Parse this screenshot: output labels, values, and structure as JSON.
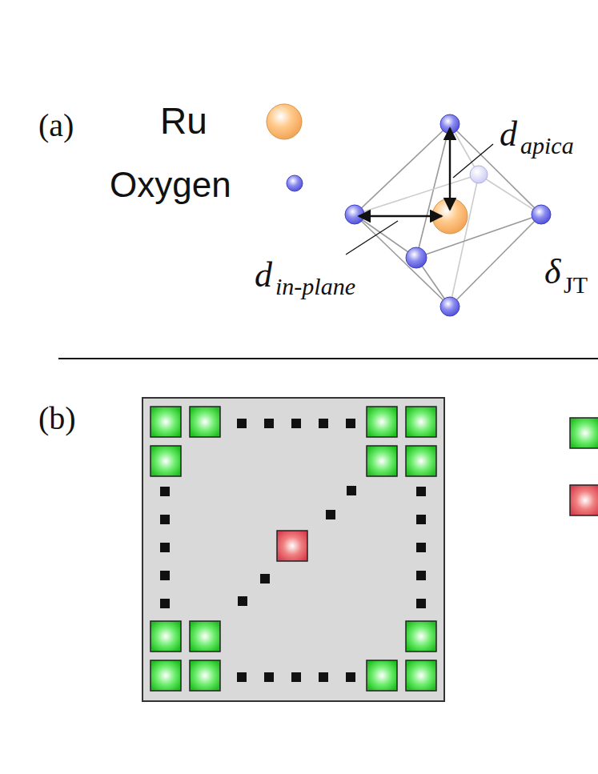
{
  "diagram": {
    "labels": [
      "(a)",
      "Ru",
      "Oxygen",
      "d",
      "apica",
      "d",
      "in-plane",
      "δ",
      "JT",
      "(b)"
    ]
  }
}
